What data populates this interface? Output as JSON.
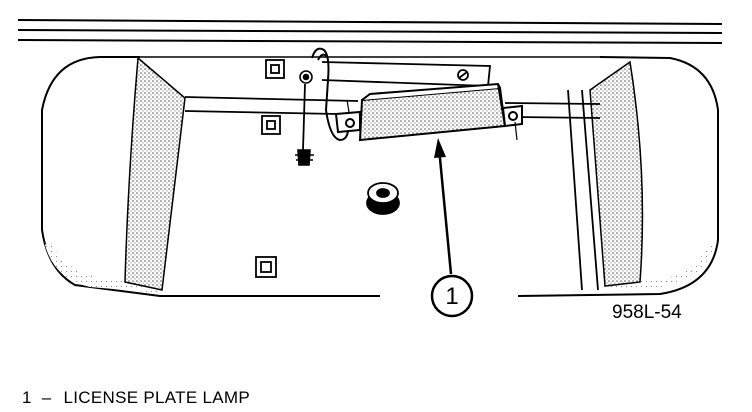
{
  "figure": {
    "figure_code": "958L-54",
    "callouts": [
      {
        "number": "1",
        "label": "LICENSE PLATE LAMP"
      }
    ]
  },
  "legend": {
    "items": [
      {
        "number": "1",
        "dash": "–",
        "label": "LICENSE PLATE LAMP"
      }
    ]
  }
}
